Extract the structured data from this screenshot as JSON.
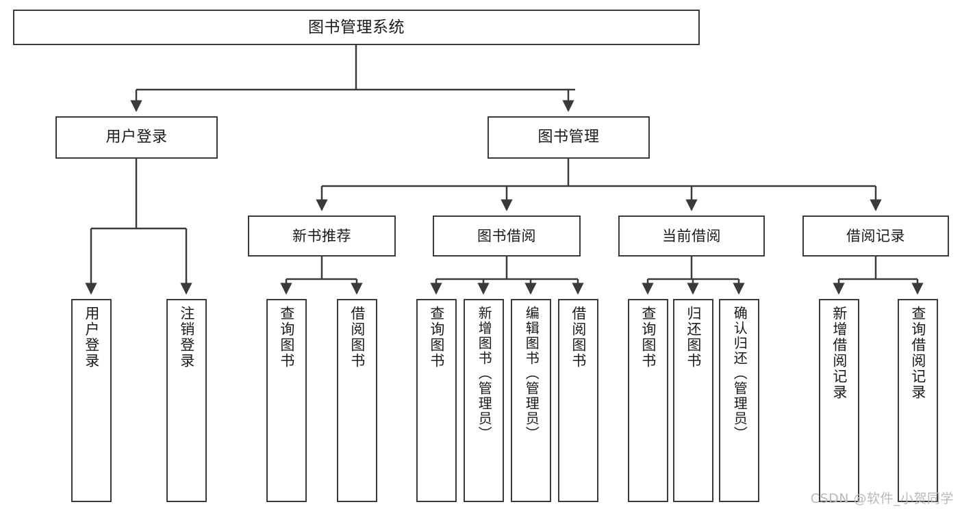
{
  "diagram": {
    "title": "图书管理系统",
    "type": "function-structure-tree",
    "stroke_color": "#3a3a3a",
    "fill_color": "#ffffff",
    "text_color": "#1a1a1a"
  },
  "root": {
    "label": "图书管理系统"
  },
  "level2": [
    {
      "label": "用户登录"
    },
    {
      "label": "图书管理"
    }
  ],
  "level3": [
    {
      "label": "新书推荐"
    },
    {
      "label": "图书借阅"
    },
    {
      "label": "当前借阅"
    },
    {
      "label": "借阅记录"
    }
  ],
  "leaves": {
    "user_login": [
      {
        "label": "用户登录"
      },
      {
        "label": "注销登录"
      }
    ],
    "new_book_recommend": [
      {
        "label": "查询图书"
      },
      {
        "label": "借阅图书"
      }
    ],
    "book_borrow": [
      {
        "label": "查询图书"
      },
      {
        "label": "新增图书（管理员）"
      },
      {
        "label": "编辑图书（管理员）"
      },
      {
        "label": "借阅图书"
      }
    ],
    "current_borrow": [
      {
        "label": "查询图书"
      },
      {
        "label": "归还图书"
      },
      {
        "label": "确认归还（管理员）"
      }
    ],
    "borrow_record": [
      {
        "label": "新增借阅记录"
      },
      {
        "label": "查询借阅记录"
      }
    ]
  },
  "watermark": {
    "text": "CSDN @软件_小贺同学"
  }
}
